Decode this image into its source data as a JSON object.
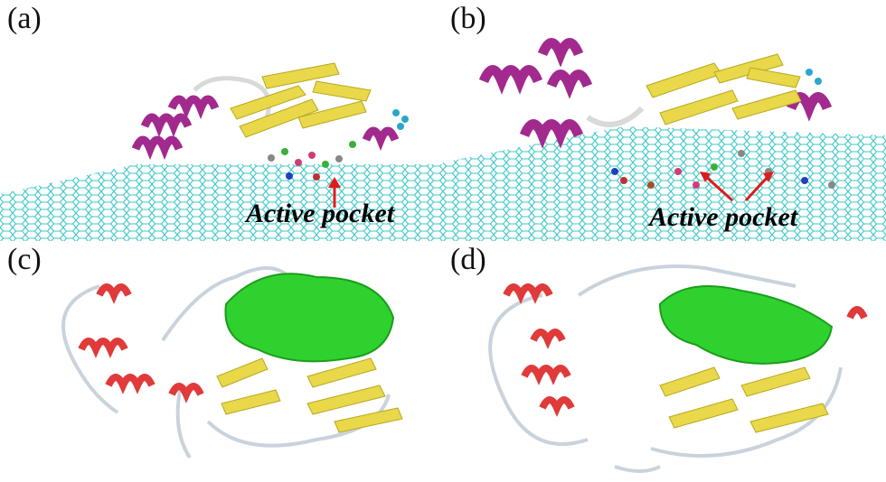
{
  "panels": {
    "a": {
      "tag": "(a)",
      "annotation": "Active pocket"
    },
    "b": {
      "tag": "(b)",
      "annotation": "Active pocket"
    },
    "c": {
      "tag": "(c)"
    },
    "d": {
      "tag": "(d)"
    }
  },
  "colors": {
    "graphene": "#3fc7c7",
    "helix_top": "#a22a8e",
    "strand": "#e8d84a",
    "helix_bottom": "#e03a3a",
    "pocket_surface": "#2fd12f",
    "coil": "#c9d3dc",
    "arrow": "#e01a1a"
  }
}
